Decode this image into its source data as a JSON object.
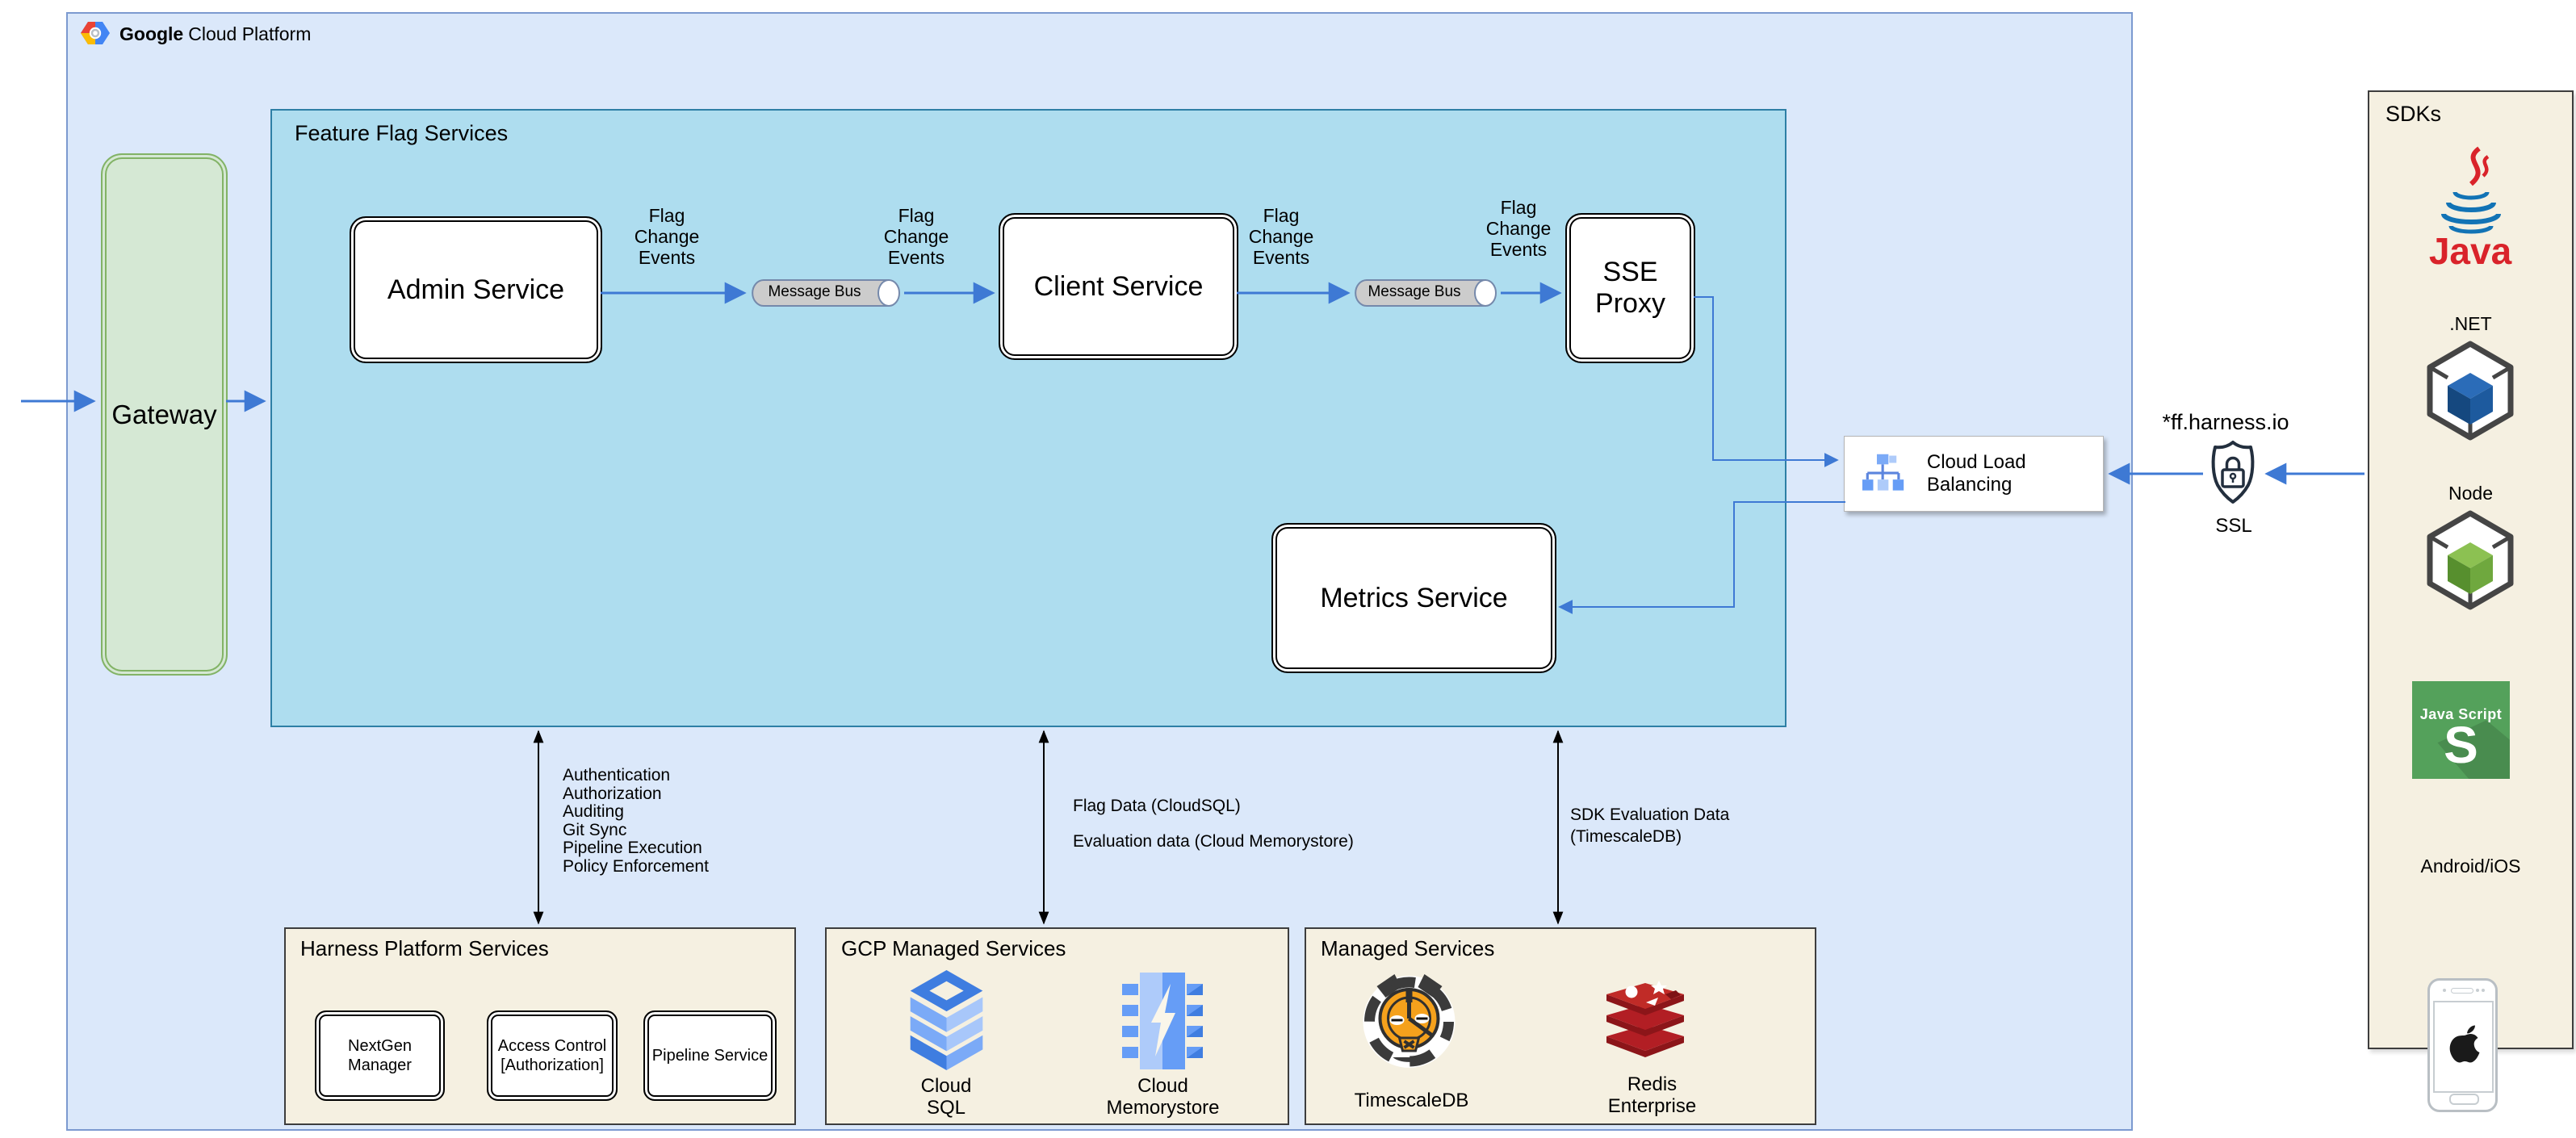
{
  "header": {
    "brand_bold": "Google",
    "brand_rest": "Cloud Platform"
  },
  "panels": {
    "feature_flag_services": {
      "title": "Feature Flag Services"
    },
    "sdks": {
      "title": "SDKs"
    },
    "harness_platform_services": {
      "title": "Harness Platform Services"
    },
    "gcp_managed_services": {
      "title": "GCP Managed Services"
    },
    "managed_services": {
      "title": "Managed Services"
    }
  },
  "nodes": {
    "gateway": {
      "label": "Gateway"
    },
    "admin_service": {
      "label": "Admin Service"
    },
    "client_service": {
      "label": "Client Service"
    },
    "sse_proxy": {
      "label": "SSE\nProxy"
    },
    "metrics_service": {
      "label": "Metrics Service"
    },
    "message_bus_1": {
      "label": "Message Bus"
    },
    "message_bus_2": {
      "label": "Message Bus"
    },
    "cloud_load_balancing": {
      "label": "Cloud Load Balancing"
    },
    "nextgen_manager": {
      "label": "NextGen Manager"
    },
    "access_control": {
      "label": "Access Control\n[Authorization]"
    },
    "pipeline_service": {
      "label": "Pipeline Service"
    },
    "cloud_sql": {
      "label": "Cloud\nSQL"
    },
    "cloud_memorystore": {
      "label": "Cloud\nMemorystore"
    },
    "timescaledb": {
      "label": "TimescaleDB"
    },
    "redis_enterprise": {
      "label": "Redis\nEnterprise"
    }
  },
  "sdk_items": {
    "java": {
      "label": "Java"
    },
    "dotnet": {
      "label": ".NET"
    },
    "node": {
      "label": "Node"
    },
    "javascript": {
      "line1": "Java Script",
      "line2": "S"
    },
    "android_ios": {
      "label": "Android/iOS"
    }
  },
  "edge_labels": {
    "flag_change_events": "Flag Change Events",
    "harness_capabilities": [
      "Authentication",
      "Authorization",
      "Auditing",
      "Git Sync",
      "Pipeline Execution",
      "Policy Enforcement"
    ],
    "flag_data": "Flag Data (CloudSQL)",
    "evaluation_data": "Evaluation data (Cloud Memorystore)",
    "sdk_evaluation": "SDK Evaluation Data\n(TimescaleDB)",
    "ff_domain": "*ff.harness.io",
    "ssl": "SSL"
  },
  "colors": {
    "gcp_fill": "#dbe8fa",
    "gcp_border": "#7c9ad0",
    "ff_fill": "#aeddef",
    "ff_border": "#2e7fa5",
    "gateway_fill": "#d5e8d4",
    "gateway_border": "#82b366",
    "panel_fill": "#f5f0e1",
    "panel_border": "#3d3d3d",
    "arrow_blue": "#3e79d4",
    "arrow_black": "#000000"
  }
}
